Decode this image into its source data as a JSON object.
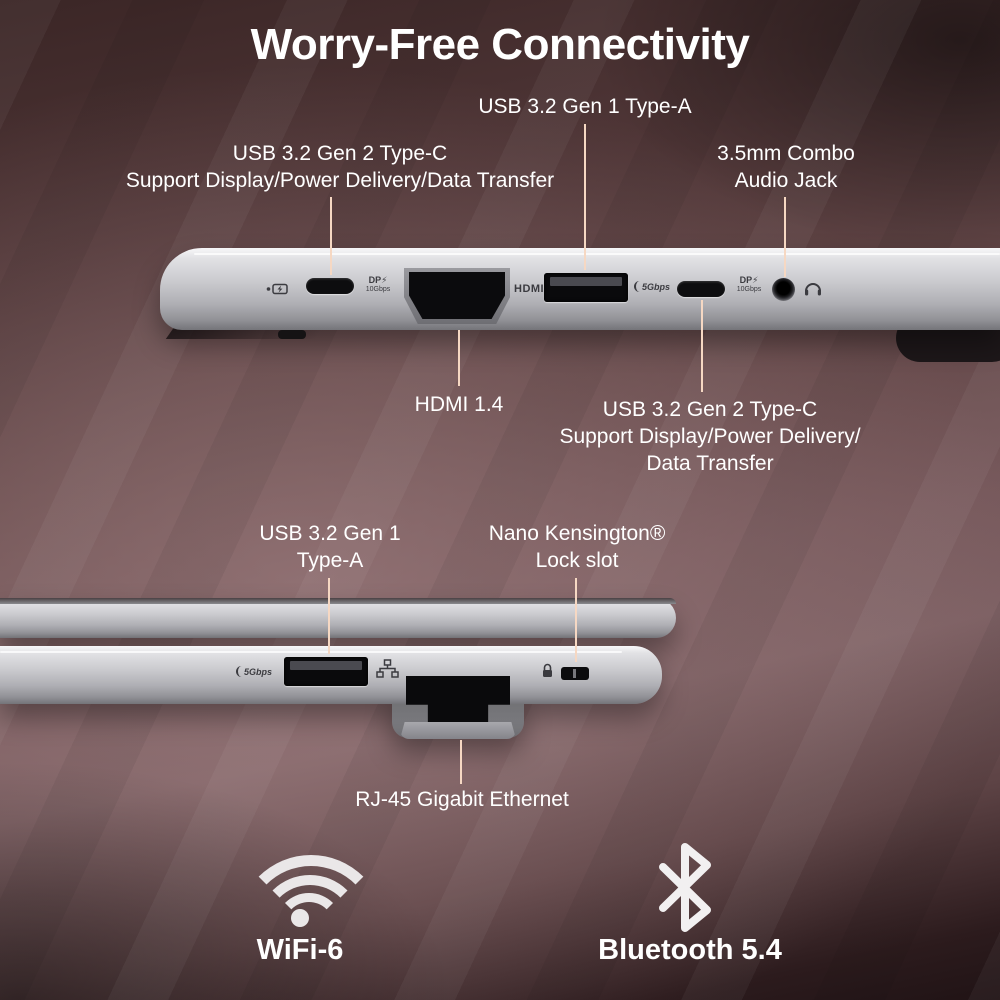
{
  "title": "Worry-Free Connectivity",
  "colors": {
    "callout_accent": "#f6d8c3",
    "label_text": "#ffffff",
    "background_base": "#6f5456",
    "laptop_silver": "#c9c9cd"
  },
  "top_edge": {
    "callouts": {
      "usb_a": {
        "label": "USB 3.2 Gen 1 Type-A"
      },
      "usb_c_front": {
        "line1": "USB 3.2 Gen 2 Type-C",
        "line2": "Support Display/Power Delivery/Data Transfer"
      },
      "audio": {
        "line1": "3.5mm Combo",
        "line2": "Audio Jack"
      },
      "hdmi": {
        "label": "HDMI 1.4"
      },
      "usb_c_rear": {
        "line1": "USB 3.2 Gen 2 Type-C",
        "line2": "Support Display/Power Delivery/",
        "line3": "Data Transfer"
      }
    },
    "markings": {
      "dp_front_line1": "DP⚡",
      "dp_front_line2": "10Gbps",
      "hdmi": "HDMI",
      "usb_speed": "5Gbps",
      "dp_rear_line1": "DP⚡",
      "dp_rear_line2": "10Gbps"
    }
  },
  "bottom_edge": {
    "callouts": {
      "usb_a": {
        "line1": "USB 3.2 Gen 1",
        "line2": "Type-A"
      },
      "kensington": {
        "line1": "Nano Kensington®",
        "line2": "Lock slot"
      },
      "ethernet": {
        "label": "RJ-45 Gigabit Ethernet"
      }
    },
    "markings": {
      "usb_speed": "5Gbps"
    }
  },
  "features": {
    "wifi_label": "WiFi-6",
    "bluetooth_label": "Bluetooth 5.4"
  }
}
